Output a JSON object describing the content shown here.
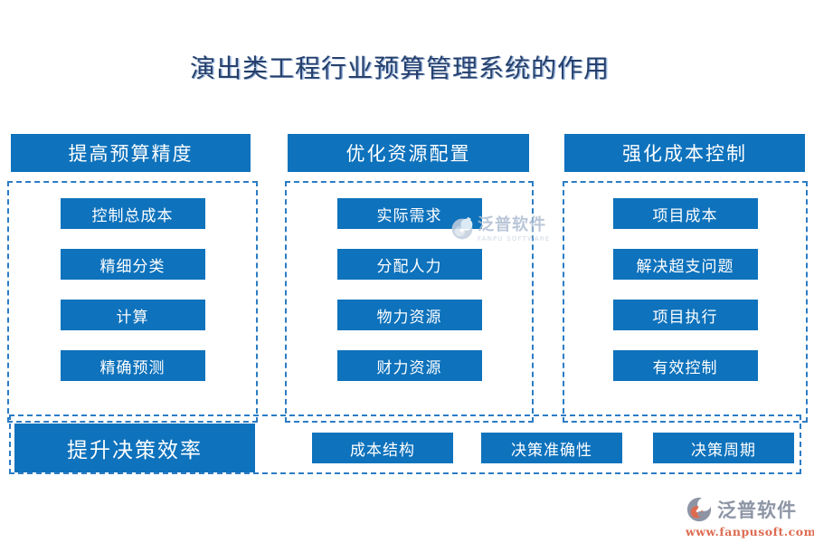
{
  "title": "演出类工程行业预算管理系统的作用",
  "columns": [
    {
      "header": "提高预算精度",
      "items": [
        "控制总成本",
        "精细分类",
        "计算",
        "精确预测"
      ]
    },
    {
      "header": "优化资源配置",
      "items": [
        "实际需求",
        "分配人力",
        "物力资源",
        "财力资源"
      ]
    },
    {
      "header": "强化成本控制",
      "items": [
        "项目成本",
        "解决超支问题",
        "项目执行",
        "有效控制"
      ]
    }
  ],
  "bottom": {
    "header": "提升决策效率",
    "items": [
      "成本结构",
      "决策准确性",
      "决策周期"
    ]
  },
  "watermark": {
    "name": "泛普软件",
    "subtitle": "FANPU SOFTWARE"
  },
  "logo": {
    "name": "泛普软件",
    "url": "www.fanpusoft.com"
  },
  "colors": {
    "box_blue": "#0e72bc",
    "dashed_border": "#2c7cc4",
    "title_navy": "#27406b",
    "logo_gray": "#8d95a5",
    "logo_orange": "#dd6b50",
    "watermark_gray": "#aebdd2"
  }
}
